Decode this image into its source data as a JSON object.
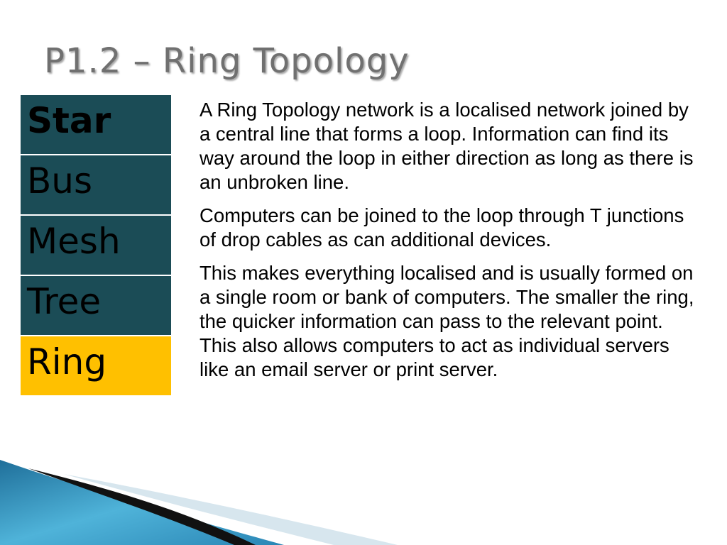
{
  "slide": {
    "title": "P1.2 – Ring Topology"
  },
  "menu": {
    "items": [
      {
        "label": "Star",
        "state": "default"
      },
      {
        "label": "Bus",
        "state": "default"
      },
      {
        "label": "Mesh",
        "state": "default"
      },
      {
        "label": "Tree",
        "state": "default"
      },
      {
        "label": "Ring",
        "state": "selected"
      }
    ]
  },
  "content": {
    "paragraphs": [
      "A Ring Topology network is a localised network joined by a central line that forms a loop. Information can find its way around the loop in either direction as long as there is an unbroken line.",
      "Computers can be joined to the loop through T junctions of drop cables as can additional devices.",
      "This makes everything localised and is usually formed on a single room or bank of computers. The smaller the ring, the quicker information can pass to the relevant point. This also allows computers to act as individual servers like an email server or print server."
    ]
  },
  "colors": {
    "menu_default": "#1b4c56",
    "menu_selected": "#ffc000",
    "title": "#707070",
    "decor_blue": "#2f8fb8"
  }
}
